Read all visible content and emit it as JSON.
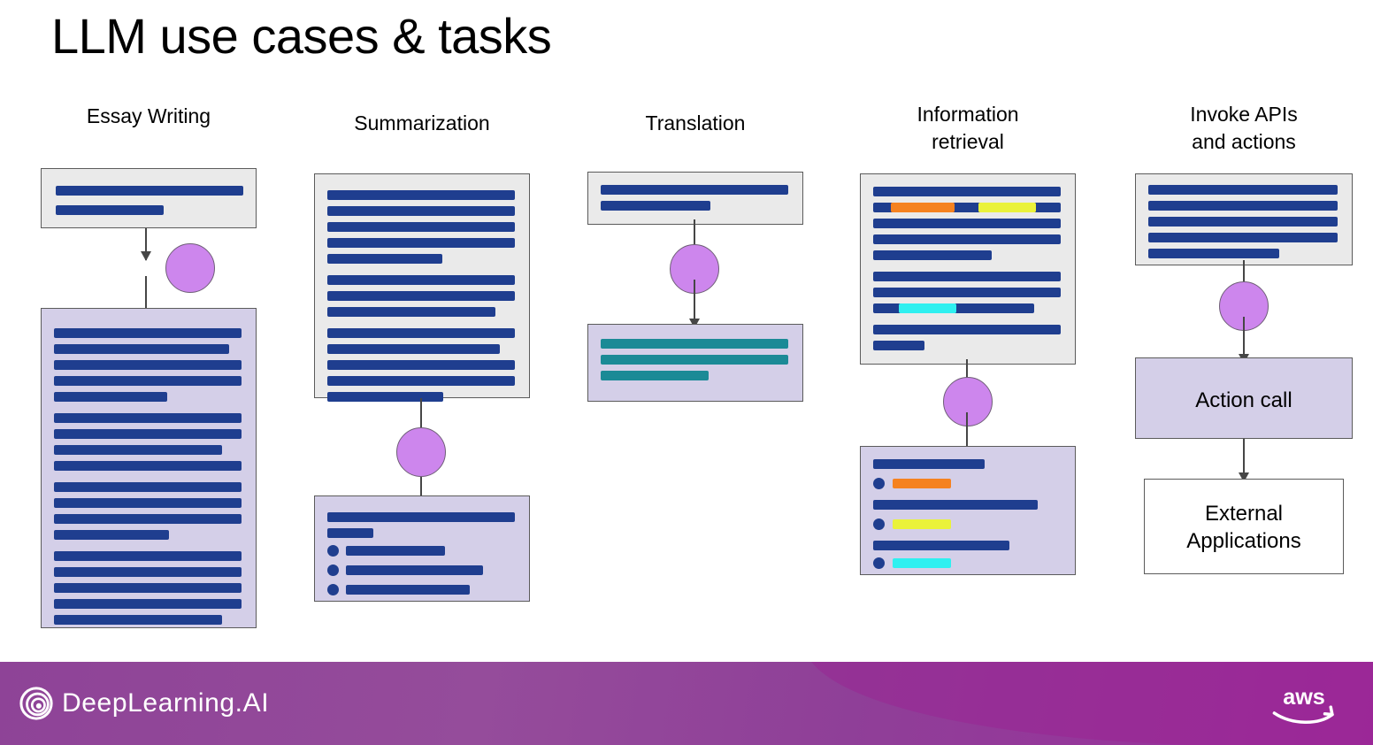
{
  "slide": {
    "title": "LLM use cases & tasks",
    "background": "#ffffff"
  },
  "palette": {
    "input_box": "#eaeaea",
    "output_box": "#d4cfe8",
    "text_bar": "#1f3e8f",
    "translated_bar": "#1b8a96",
    "llm_circle": "#cd86ed",
    "entity_orange": "#f58220",
    "entity_yellow": "#eaf23a",
    "entity_cyan": "#2ff0f0",
    "arrow": "#464646",
    "footer": "#8e4397"
  },
  "columns": [
    {
      "id": "essay-writing",
      "title": "Essay Writing",
      "llm_node": "llm-circle",
      "input": {
        "kind": "prompt",
        "lines": 2
      },
      "output": {
        "kind": "document",
        "lines": 18,
        "paragraphs": 4
      }
    },
    {
      "id": "summarization",
      "title": "Summarization",
      "llm_node": "llm-circle",
      "input": {
        "kind": "document",
        "lines": 12,
        "paragraphs": 3
      },
      "output": {
        "kind": "bullet-summary",
        "lines": 2,
        "bullets": 3
      }
    },
    {
      "id": "translation",
      "title": "Translation",
      "llm_node": "llm-circle",
      "input": {
        "kind": "prompt",
        "lines": 2
      },
      "output": {
        "kind": "translated-text",
        "lines": 3,
        "bar_color": "#1b8a96"
      }
    },
    {
      "id": "information-retrieval",
      "title": "Information\nretrieval",
      "title_line1": "Information",
      "title_line2": "retrieval",
      "llm_node": "llm-circle",
      "input": {
        "kind": "document-with-entities",
        "lines": 10,
        "entities": [
          "orange",
          "yellow",
          "cyan"
        ]
      },
      "output": {
        "kind": "entity-list",
        "entities": [
          "orange",
          "yellow",
          "cyan"
        ]
      }
    },
    {
      "id": "invoke-apis-and-actions",
      "title": "Invoke APIs\nand actions",
      "title_line1": "Invoke APIs",
      "title_line2": "and actions",
      "llm_node": "llm-circle",
      "input": {
        "kind": "document",
        "lines": 5
      },
      "output": {
        "kind": "labeled-box",
        "label": "Action call"
      },
      "downstream": {
        "kind": "labeled-box",
        "label": "External Applications",
        "label_line1": "External",
        "label_line2": "Applications"
      }
    }
  ],
  "footer": {
    "brand_name": "DeepLearning.AI",
    "brand_icon": "deeplearning-spiral-icon",
    "partner_name": "aws",
    "partner_icon": "aws-smile-icon"
  }
}
